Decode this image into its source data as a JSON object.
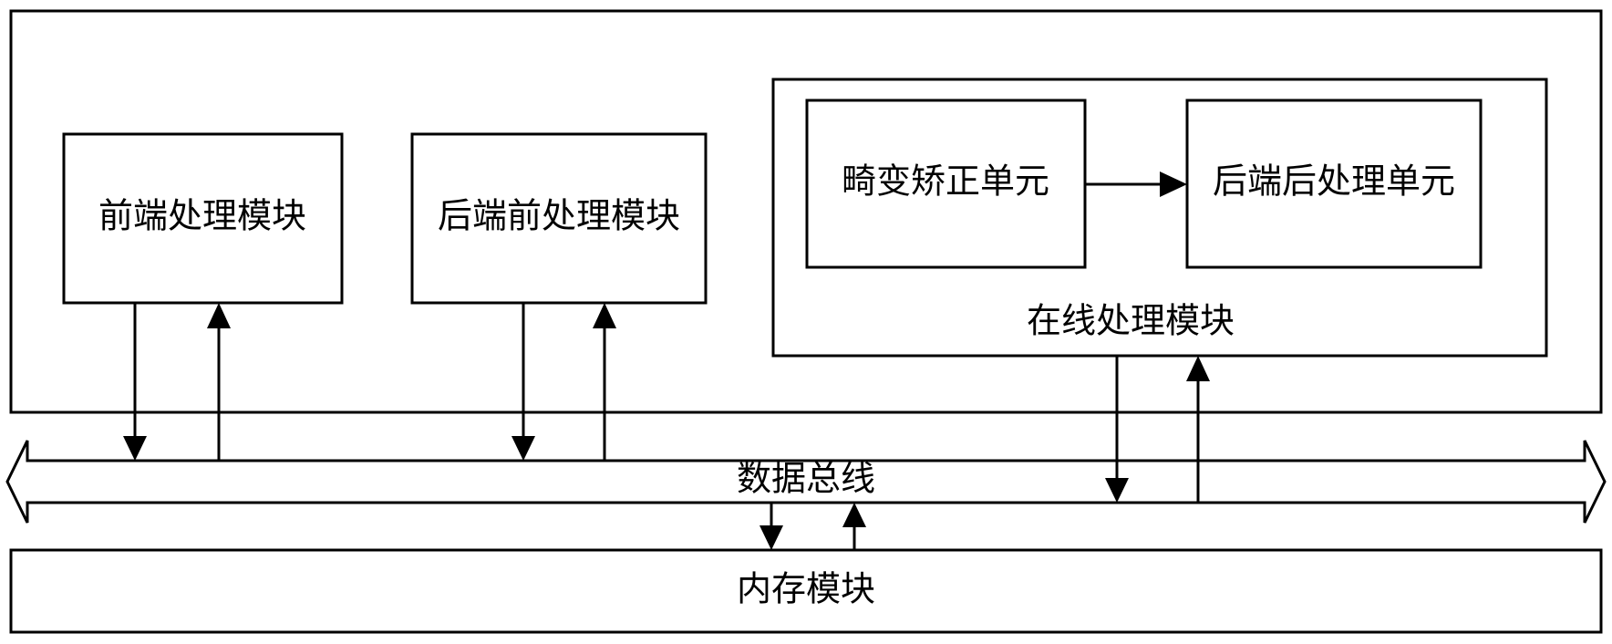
{
  "nodes": {
    "frontend": "前端处理模块",
    "backend_pre": "后端前处理模块",
    "distortion": "畸变矫正单元",
    "backend_post": "后端后处理单元",
    "online": "在线处理模块",
    "bus": "数据总线",
    "memory": "内存模块"
  },
  "colors": {
    "line": "#000000",
    "fill": "#ffffff"
  }
}
